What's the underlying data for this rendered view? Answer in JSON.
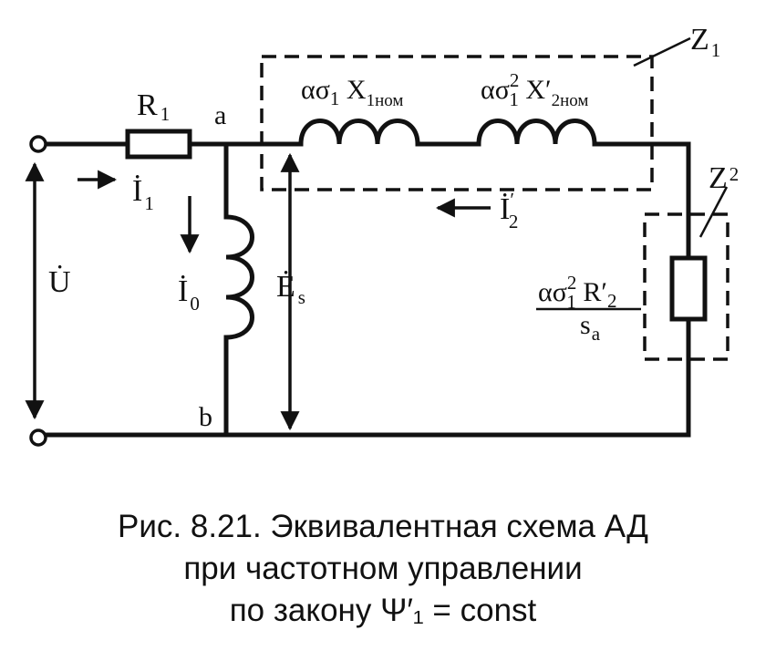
{
  "labels": {
    "R1_main": "R",
    "R1_sub": "1",
    "node_a": "a",
    "node_b": "b",
    "I1_main": "İ",
    "I1_sub": "1",
    "I0_main": "İ",
    "I0_sub": "0",
    "U": "U̇",
    "Es_main": "Ė",
    "Es_sub": "s",
    "I2_main": "İ",
    "I2_sup": "′",
    "I2_sub": "2",
    "X1_prefix": "ασ",
    "X1_prefix_sub": "1",
    "X1_main": " X",
    "X1_sub": "1ном",
    "X2_prefix": "ασ",
    "X2_prefix_sub": "1",
    "X2_prefix_sup": "2",
    "X2_main": " X′",
    "X2_sub": "2ном",
    "R2_num_prefix": "ασ",
    "R2_num_prefix_sub": "1",
    "R2_num_prefix_sup": "2",
    "R2_num_main": " R′",
    "R2_num_sub": "2",
    "R2_den_main": "s",
    "R2_den_sub": "a",
    "Z1_main": "Z",
    "Z1_sub": "1",
    "Z2_main": "Z",
    "Z2_sub": "2"
  },
  "caption": {
    "line1": "Рис. 8.21. Эквивалентная схема АД",
    "line2": "при частотном управлении",
    "line3": "по закону Ψ′₁ = const"
  }
}
